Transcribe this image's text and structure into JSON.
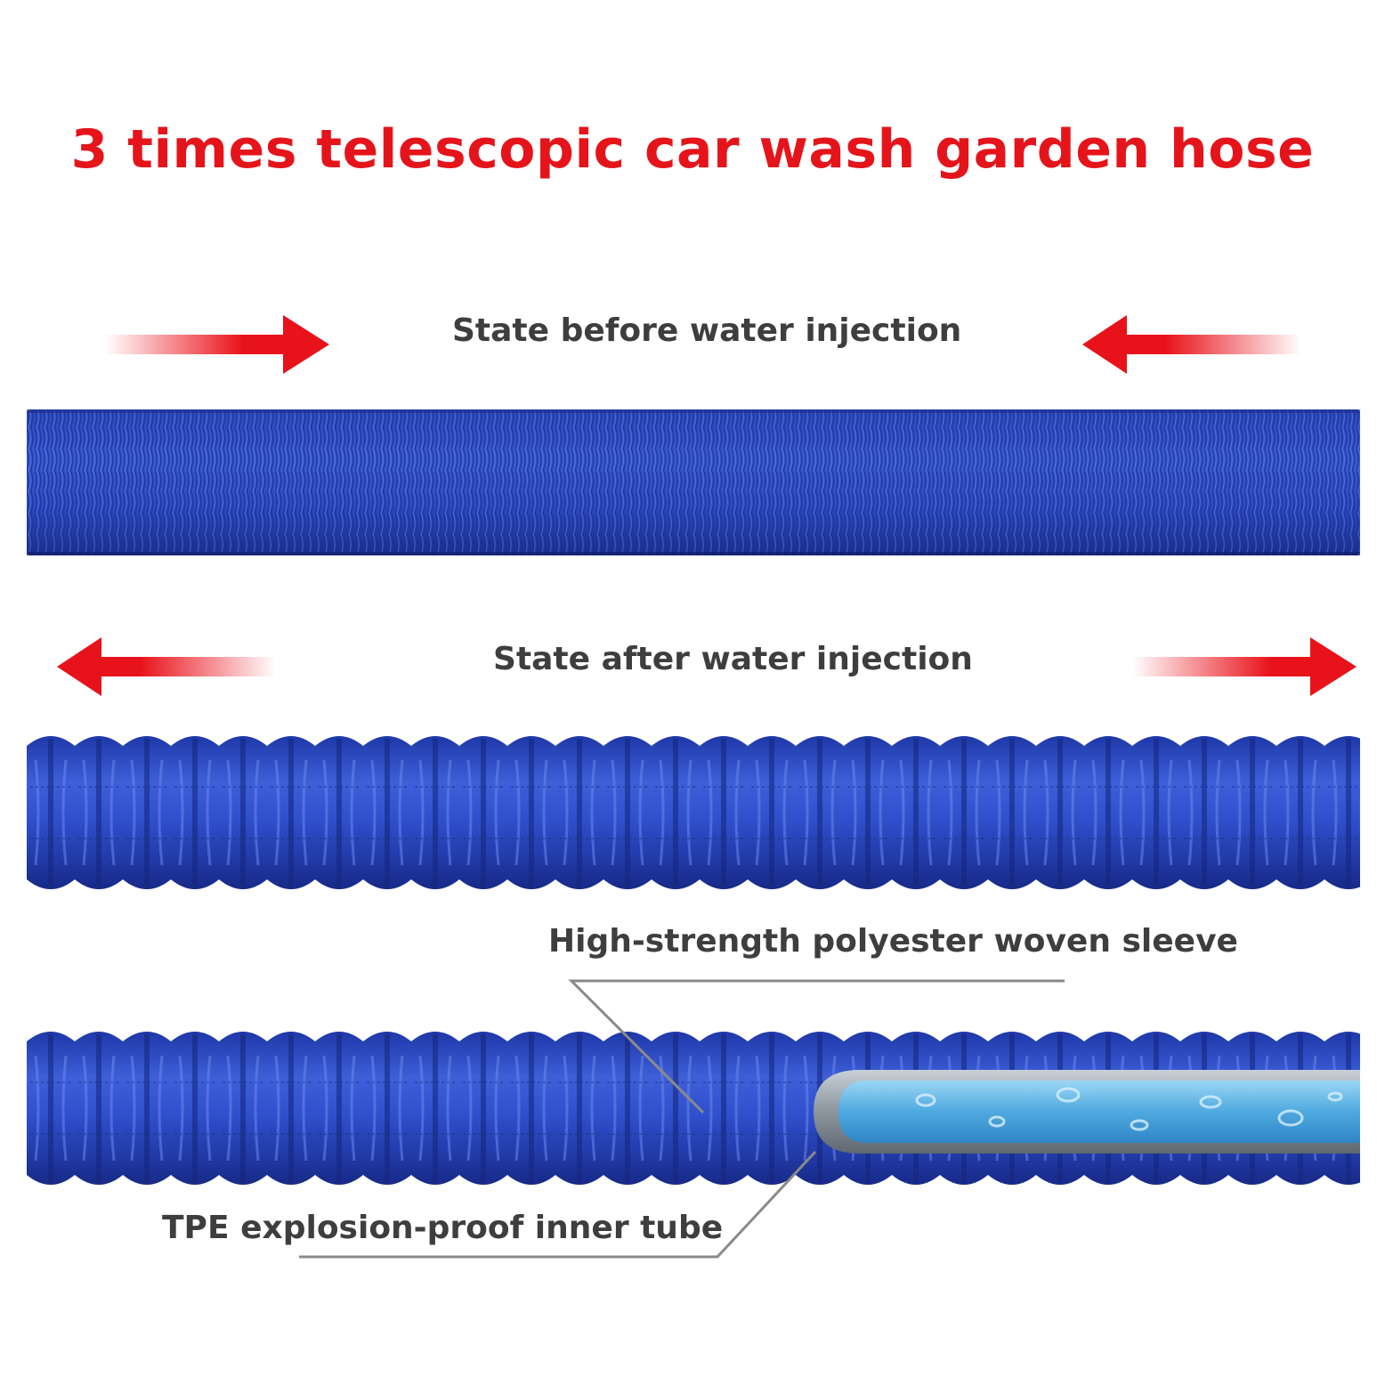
{
  "title": "3 times telescopic car wash garden hose",
  "states": {
    "before": "State before water injection",
    "after": "State after water injection"
  },
  "callouts": {
    "sleeve": "High-strength polyester woven sleeve",
    "inner_tube": "TPE explosion-proof inner tube"
  },
  "icons": {
    "arrow": "arrow-icon"
  },
  "colors": {
    "title": "#e5141b",
    "arrow": "#e8121a",
    "label": "#3e3e3e",
    "hose": "#2542b8",
    "hose_highlight": "#4f6fe0",
    "hose_shadow": "#14257a",
    "inner_tube": "#5fb8e8",
    "inner_tube_rim": "#9aa4ad",
    "leader_line": "#8a8a8a"
  }
}
